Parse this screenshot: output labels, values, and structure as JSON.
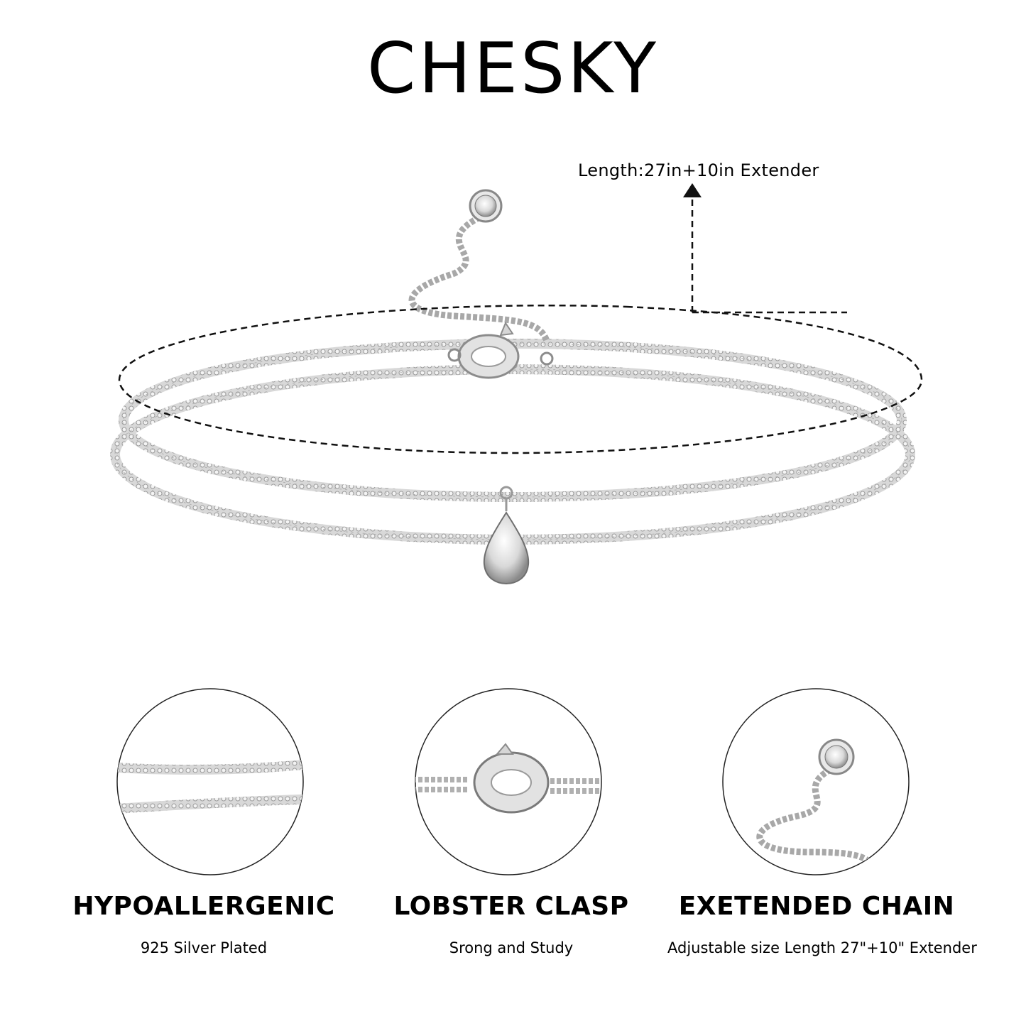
{
  "brand": "CHESKY",
  "length_label": "Length:27in+10in Extender",
  "colors": {
    "chain": "#c8c8c8",
    "chain_dark": "#9a9a9a",
    "outline": "#222222",
    "text": "#000000"
  },
  "features": [
    {
      "title": "HYPOALLERGENIC",
      "subtitle": "925 Silver Plated",
      "icon": "chain-closeup-icon"
    },
    {
      "title": "LOBSTER CLASP",
      "subtitle": "Srong and Study",
      "icon": "lobster-clasp-icon"
    },
    {
      "title": "EXETENDED CHAIN",
      "subtitle": "Adjustable size Length 27\"+10\" Extender",
      "icon": "extender-chain-icon"
    }
  ]
}
